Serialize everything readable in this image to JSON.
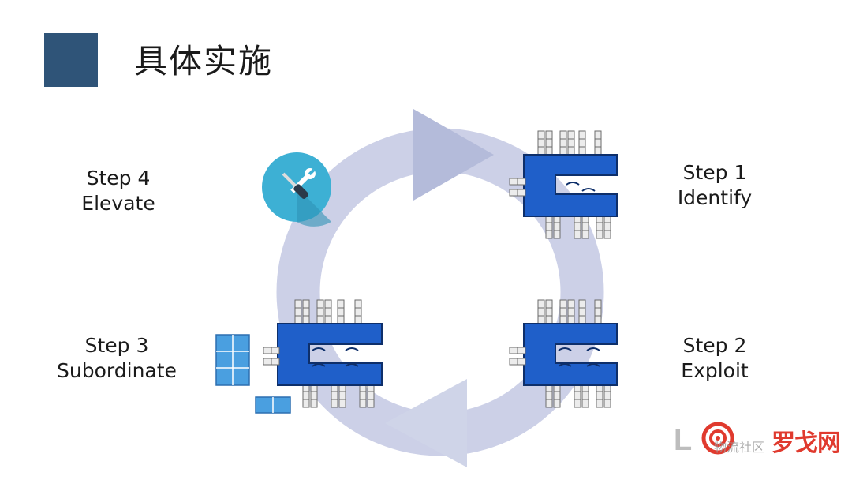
{
  "header": {
    "title": "具体实施"
  },
  "steps": [
    {
      "number": "Step 1",
      "name": "Identify"
    },
    {
      "number": "Step 2",
      "name": "Exploit"
    },
    {
      "number": "Step 3",
      "name": "Subordinate"
    },
    {
      "number": "Step 4",
      "name": "Elevate"
    }
  ],
  "watermark": {
    "brand": "罗戈网",
    "sub": "物流社区"
  },
  "icons": {
    "step1": "single-stage-machine-icon",
    "step2": "two-stage-machine-icon",
    "step3": "two-stage-machine-with-buffer-icon",
    "step4": "tools-wrench-screwdriver-icon"
  },
  "colors": {
    "title_block": "#2f5478",
    "cycle_ring": "#c9cde6",
    "arrow": "#b4bbda",
    "machine_blue": "#1f5fc9",
    "tool_circle": "#3db0d4",
    "buffer_blue": "#4a9fe0"
  }
}
